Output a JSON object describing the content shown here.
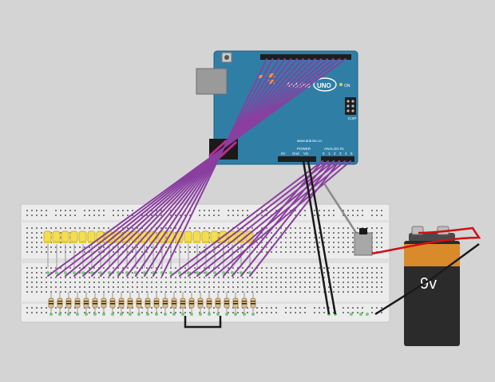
{
  "arduino": {
    "brand_text": "Arduino",
    "model_text": "UNO",
    "url_text": "www.arduino.cc",
    "on_label": "ON",
    "icsp_label": "ICSP",
    "power_label": "POWER",
    "analog_label": "ANALOG IN",
    "power_pins": [
      "5V",
      "Gnd",
      "Vin"
    ],
    "analog_pins": [
      "0",
      "1",
      "2",
      "3",
      "4",
      "5"
    ],
    "board_color": "#2f7ea6",
    "board_edge": "#1d5f82"
  },
  "battery": {
    "label": "9v",
    "body_color": "#2b2b2b",
    "band_color": "#d98b2b"
  },
  "wires": {
    "signal_color": "#8a3fa0",
    "ground_color": "#1a1a1a",
    "power_color": "#d01010",
    "aux_color": "#888888"
  },
  "breadboard": {
    "color": "#ececec",
    "led_color": "#f3df4e",
    "led_count": 24,
    "resistor_count": 24
  }
}
